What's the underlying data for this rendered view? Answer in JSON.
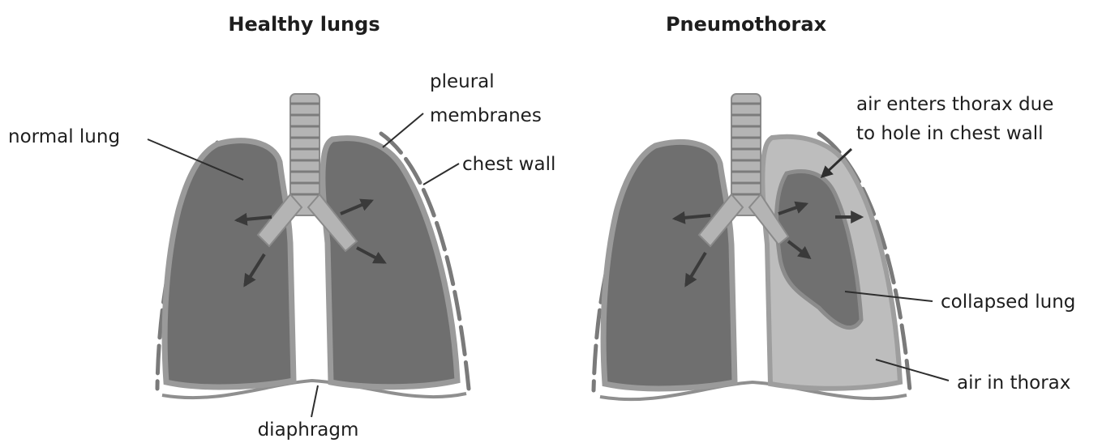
{
  "panels": {
    "healthy": {
      "title": "Healthy lungs"
    },
    "pneumothorax": {
      "title": "Pneumothorax"
    }
  },
  "labels": {
    "normal_lung": "normal lung",
    "pleural_membranes_line1": "pleural",
    "pleural_membranes_line2": "membranes",
    "chest_wall": "chest wall",
    "diaphragm": "diaphragm",
    "air_enters_line1": "air enters thorax due",
    "air_enters_line2": "to hole in chest wall",
    "collapsed_lung": "collapsed lung",
    "air_in_thorax": "air in thorax"
  }
}
